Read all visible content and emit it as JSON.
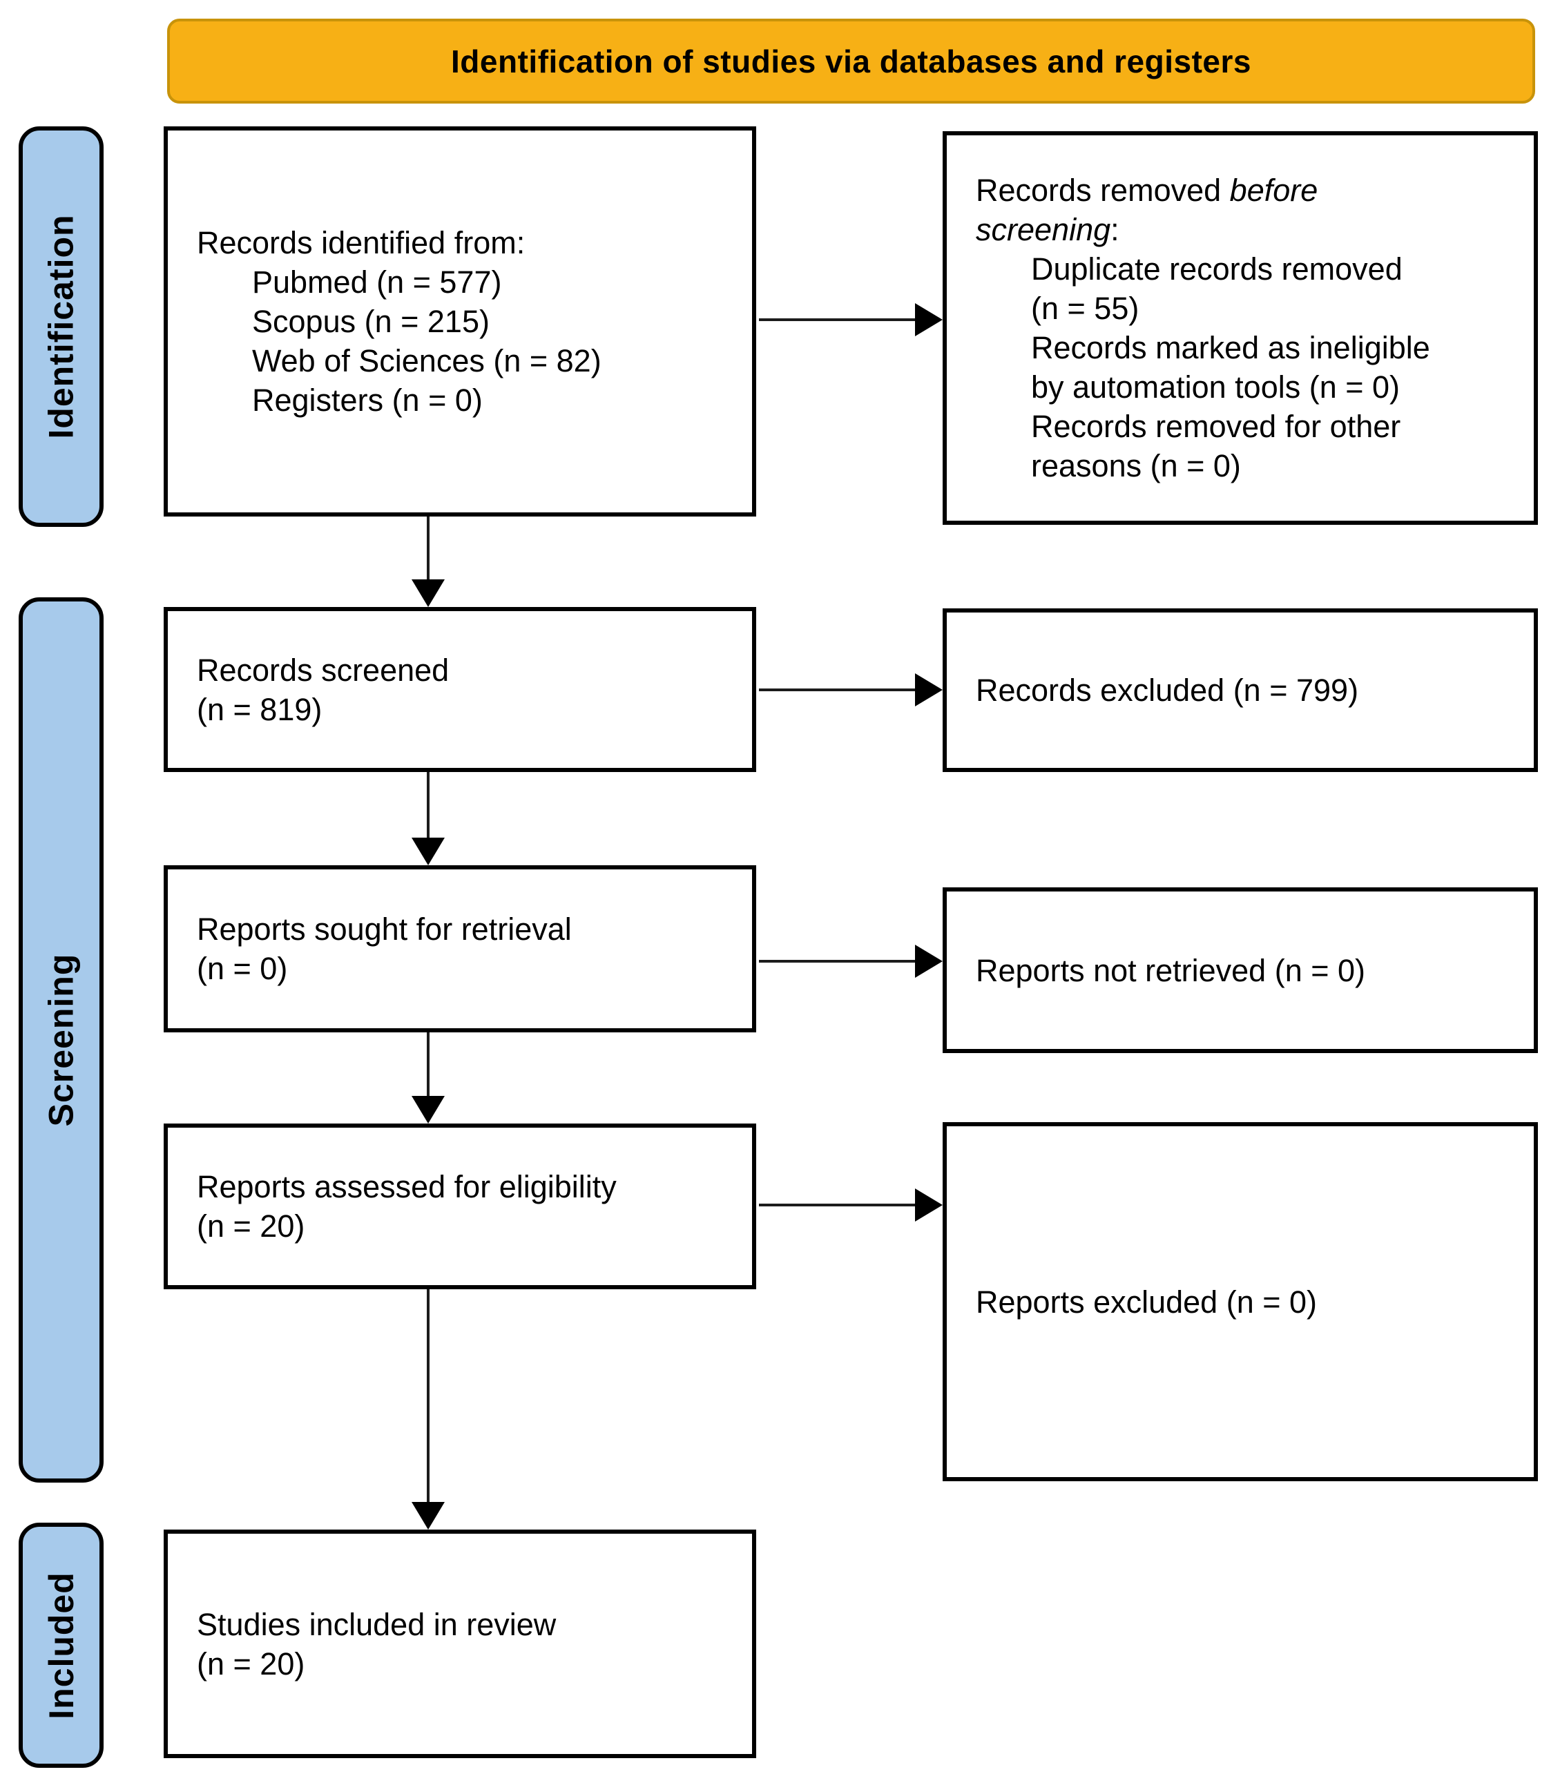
{
  "colors": {
    "banner_bg": "#F7B015",
    "banner_border": "#C8930A",
    "sidebar_bg": "#A7CAEB",
    "box_border": "#000000"
  },
  "banner": {
    "title": "Identification of studies via databases and registers"
  },
  "sidebar": {
    "identification": "Identification",
    "screening": "Screening",
    "included": "Included"
  },
  "boxes": {
    "records_identified": {
      "title": "Records identified from:",
      "items": [
        "Pubmed (n = 577)",
        "Scopus (n = 215)",
        "Web of Sciences (n = 82)",
        "Registers (n = 0)"
      ]
    },
    "records_removed": {
      "title_normal": "Records removed",
      "title_italic_1": "before",
      "title_italic_2": "screening",
      "title_colon": ":",
      "items": [
        [
          "Duplicate records removed",
          "(n = 55)"
        ],
        [
          "Records marked as ineligible",
          "by automation tools (n = 0)"
        ],
        [
          "Records removed for other",
          "reasons (n = 0)"
        ]
      ]
    },
    "records_screened": {
      "lines": [
        "Records screened",
        "(n = 819)"
      ]
    },
    "records_excluded": {
      "label": "Records excluded (n = 799)"
    },
    "reports_sought": {
      "lines": [
        "Reports sought for retrieval",
        "(n = 0)"
      ]
    },
    "reports_not_retrieved": {
      "label": "Reports not retrieved (n = 0)"
    },
    "reports_assessed": {
      "lines": [
        "Reports assessed for eligibility",
        "(n = 20)"
      ]
    },
    "reports_excluded": {
      "label": "Reports excluded (n = 0)"
    },
    "studies_included": {
      "lines": [
        "Studies included in review",
        "(n = 20)"
      ]
    }
  }
}
